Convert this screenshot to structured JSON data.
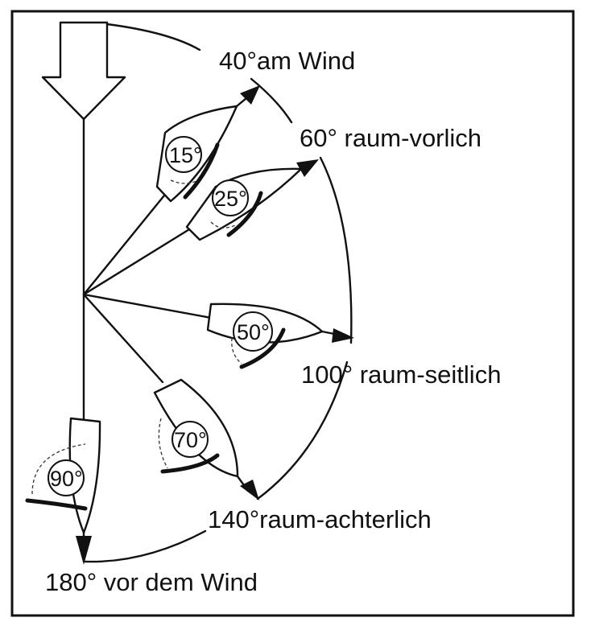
{
  "courses": [
    {
      "id": "40",
      "label": "40°am Wind"
    },
    {
      "id": "60",
      "label": "60° raum-vorlich"
    },
    {
      "id": "100",
      "label": "100° raum-seitlich"
    },
    {
      "id": "140",
      "label": "140°raum-achterlich"
    },
    {
      "id": "180",
      "label": "180° vor dem Wind"
    }
  ],
  "sail_angles": [
    {
      "id": "15",
      "label": "15°"
    },
    {
      "id": "25",
      "label": "25°"
    },
    {
      "id": "50",
      "label": "50°"
    },
    {
      "id": "70",
      "label": "70°"
    },
    {
      "id": "90",
      "label": "90°"
    }
  ]
}
